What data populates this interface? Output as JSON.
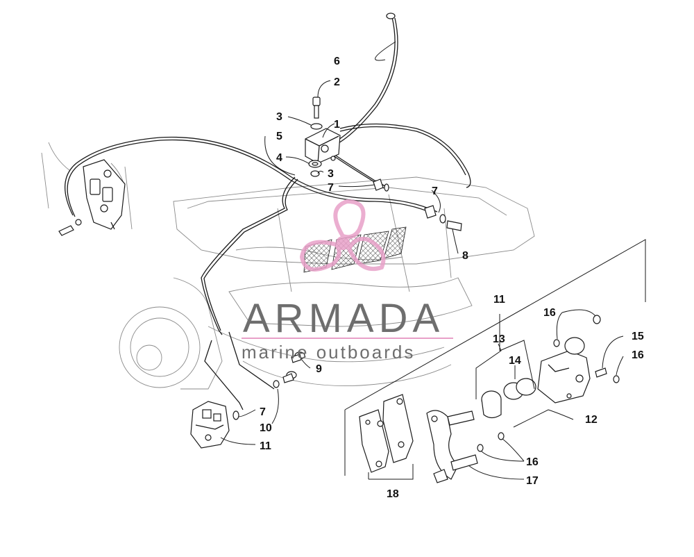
{
  "watermark": {
    "title": "ARMADA",
    "subtitle": "marine outboards",
    "logo_color": "#e8a0c8",
    "text_color": "#6e6e6e"
  },
  "callouts": {
    "c1": "1",
    "c2": "2",
    "c3a": "3",
    "c3b": "3",
    "c4": "4",
    "c5": "5",
    "c6": "6",
    "c7a": "7",
    "c7b": "7",
    "c7c": "7",
    "c8": "8",
    "c9": "9",
    "c10": "10",
    "c11a": "11",
    "c11b": "11",
    "c12": "12",
    "c13": "13",
    "c14": "14",
    "c15": "15",
    "c16a": "16",
    "c16b": "16",
    "c16c": "16",
    "c17": "17",
    "c18": "18"
  }
}
